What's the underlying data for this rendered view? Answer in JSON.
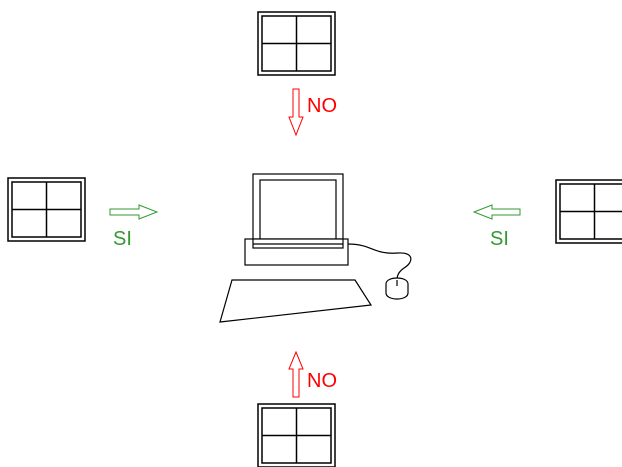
{
  "labels": {
    "top": "NO",
    "bottom": "NO",
    "left": "SI",
    "right": "SI"
  },
  "colors": {
    "no": "#ff0000",
    "si": "#339933",
    "ink": "#000000"
  }
}
